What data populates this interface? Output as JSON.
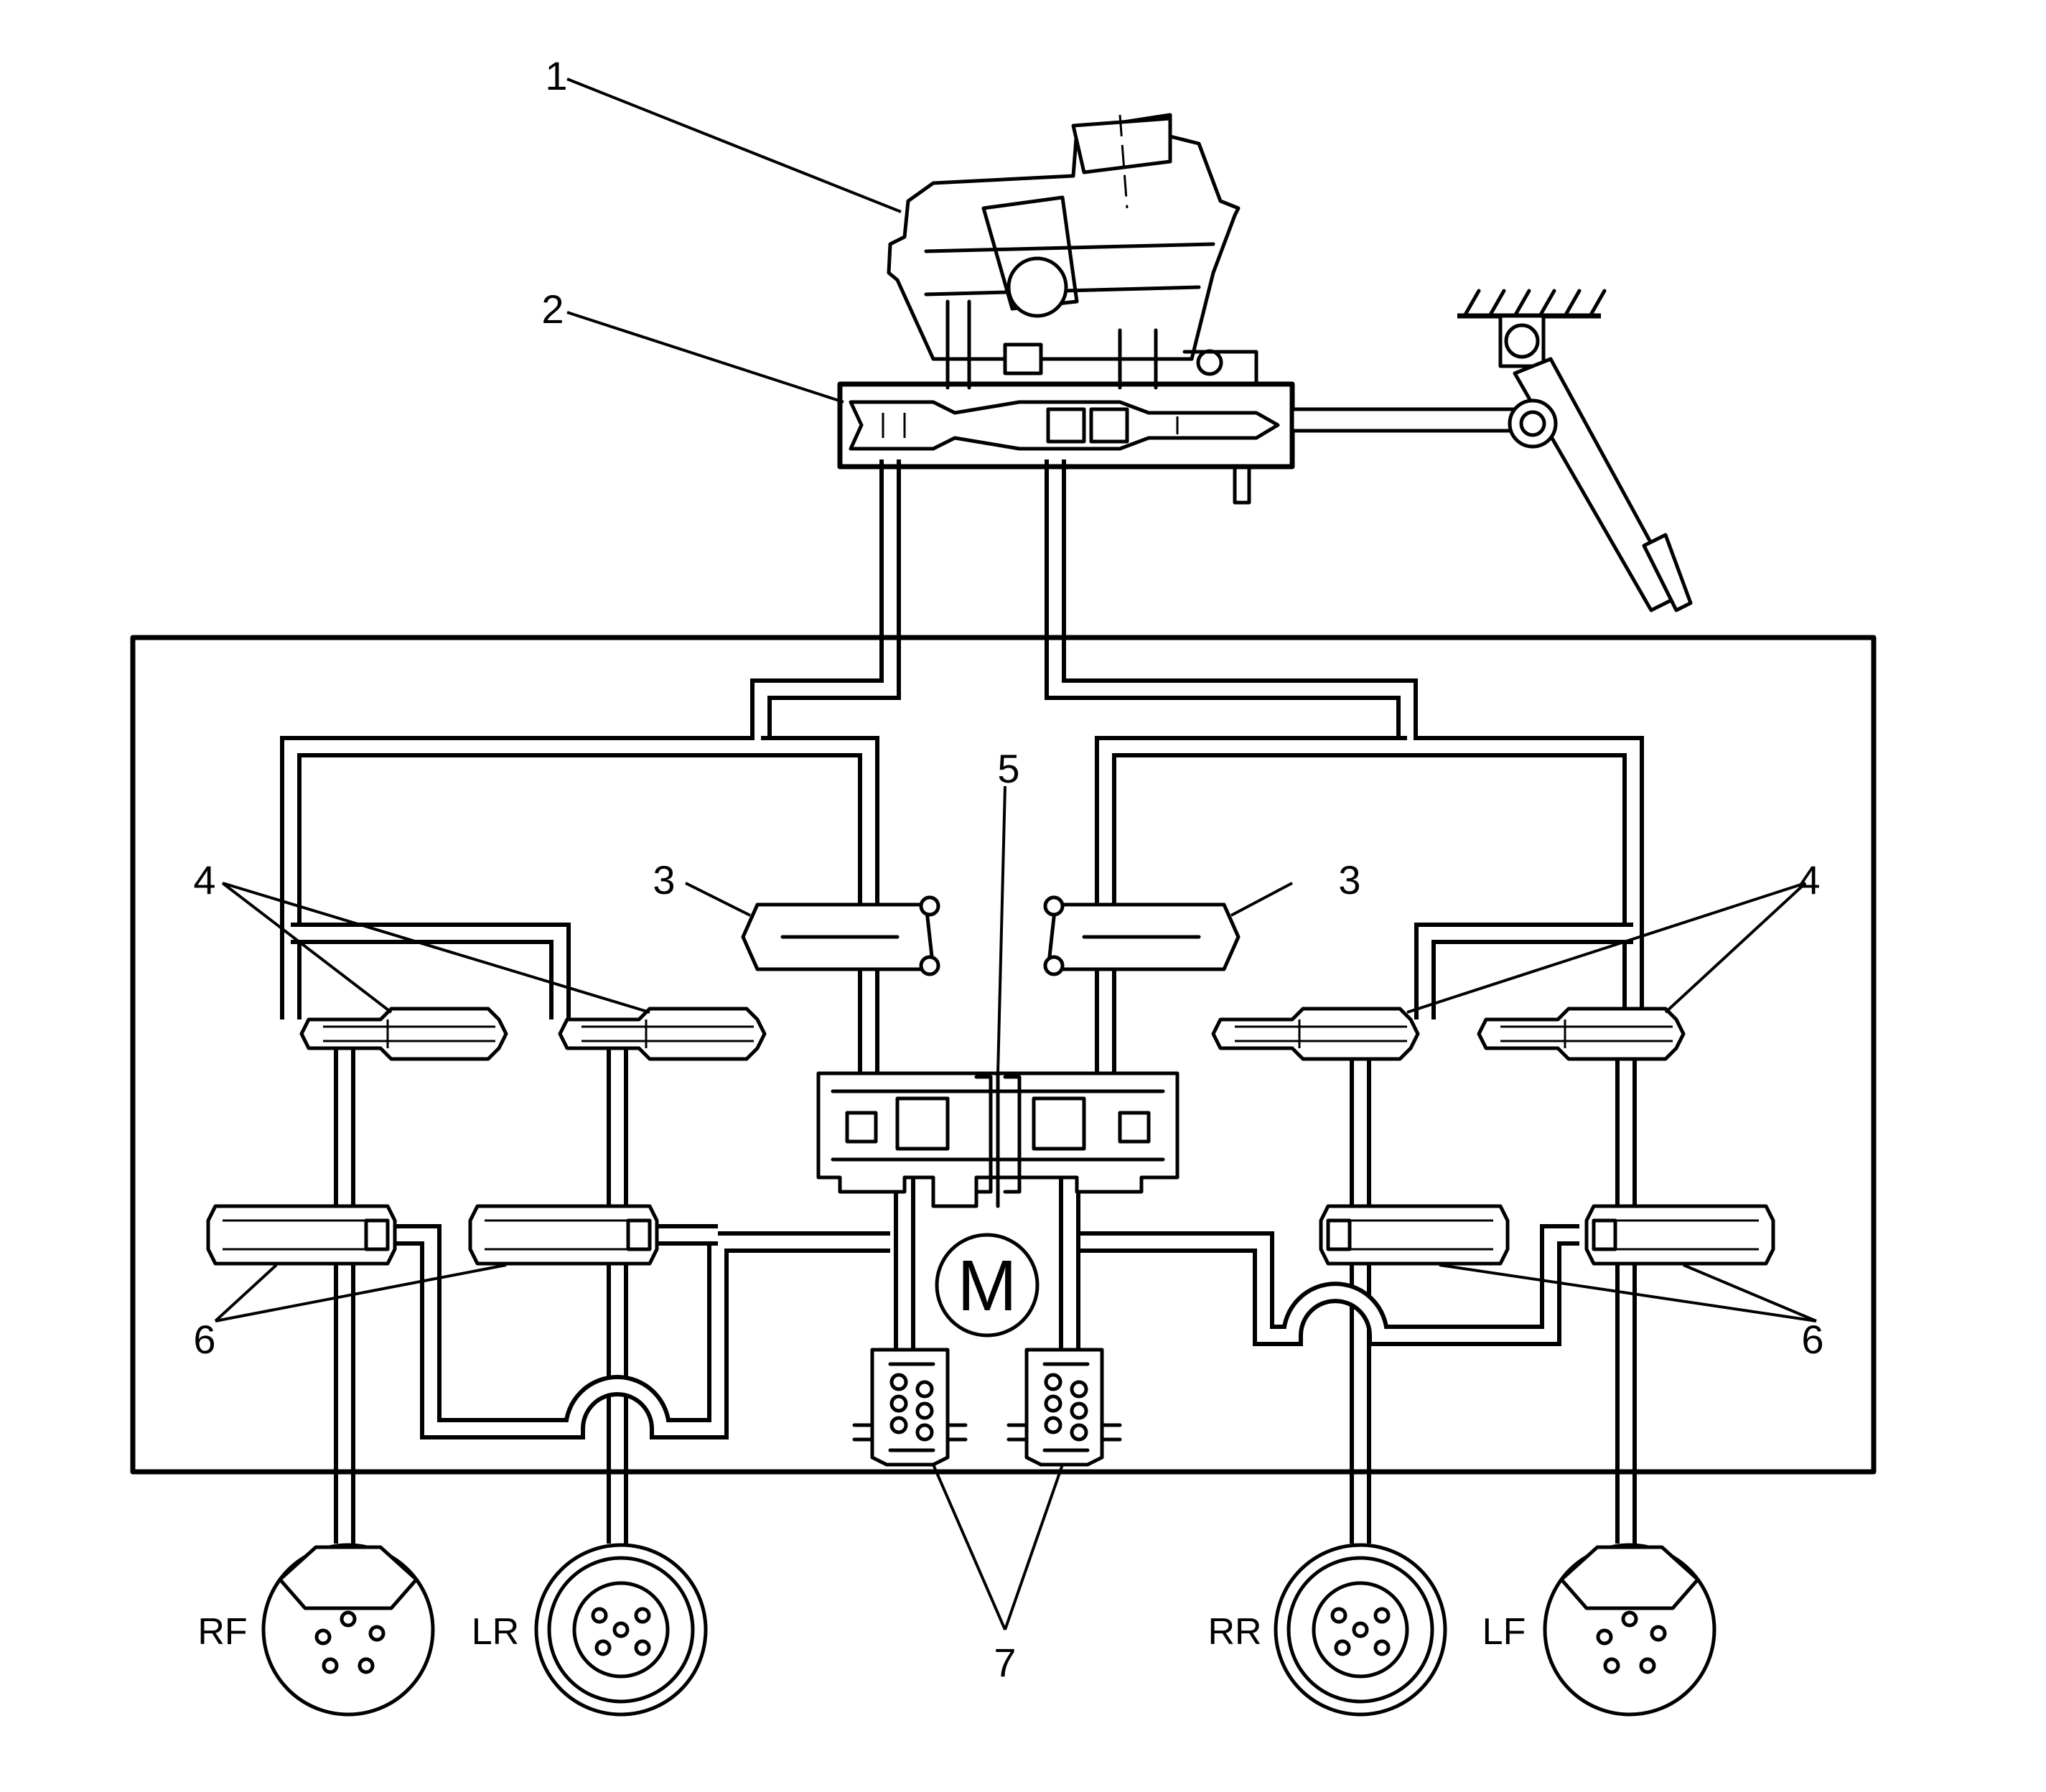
{
  "callouts": {
    "c1": "1",
    "c2": "2",
    "c3_left": "3",
    "c3_right": "3",
    "c4_left": "4",
    "c4_right": "4",
    "c5": "5",
    "c6_left": "6",
    "c6_right": "6",
    "c7": "7"
  },
  "motor": {
    "label": "M"
  },
  "wheels": {
    "rf": "RF",
    "lr": "LR",
    "rr": "RR",
    "lf": "LF"
  }
}
